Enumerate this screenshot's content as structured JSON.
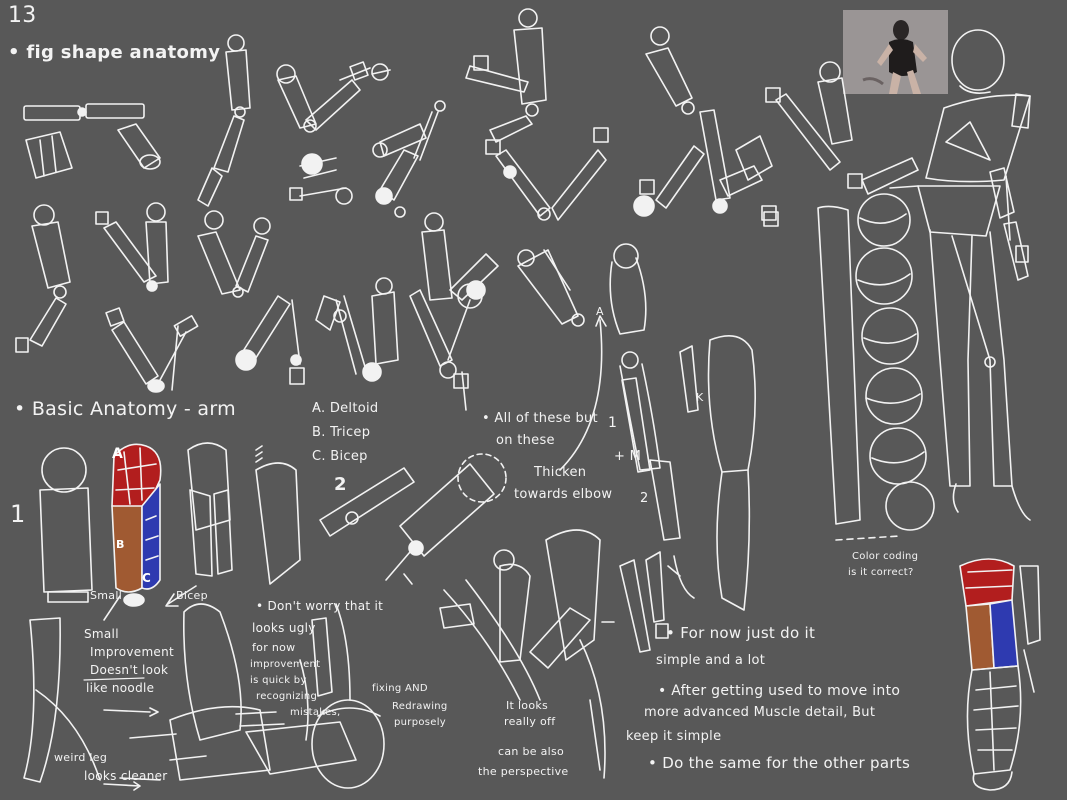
{
  "canvas": {
    "background": "#585858",
    "stroke": "#f2f2f2"
  },
  "page_number": "13",
  "title": "• fig shape anatomy",
  "section2_title": "• Basic Anatomy - arm",
  "legend": {
    "a": "A. Deltoid",
    "b": "B. Tricep",
    "c": "C. Bicep"
  },
  "section_numbers": {
    "one_left": "1",
    "one_right": "1",
    "two": "2"
  },
  "labels": {
    "a_marker": "A",
    "b_marker": "B",
    "c_marker": "C",
    "small": "Small",
    "bicep": "Bicep",
    "k": "K",
    "m": "+ M",
    "arrow_a": "A",
    "two_b": "2"
  },
  "notes": {
    "dont_worry": "• Don't worry that it",
    "looks_ugly": "looks ugly",
    "for_now": "for now",
    "improvement_quick": "improvement",
    "is_quick": "is quick by",
    "recognizing": "recognizing",
    "mistakes": "mistakes,",
    "fixing": "fixing AND",
    "redrawing": "Redrawing",
    "purposely": "purposely",
    "all_of_these": "• All of these but",
    "on_these": "on these",
    "thicken": "Thicken",
    "towards_elbow": "towards elbow",
    "small_improvement": "Small",
    "improvement": "Improvement",
    "doesnt_look": "Doesn't look",
    "like_noodle": "like noodle",
    "weird_leg": "weird leg",
    "looks_cleaner": "looks cleaner",
    "looks_really_off": "It looks",
    "really_off": "really off",
    "can_be_also": "can be also",
    "the_perspective": "the perspective",
    "for_now_just": "• For now just do it",
    "simple_and_a_lot": "simple and a lot",
    "after_getting": "• After getting used to move into",
    "more_advanced": "more advanced Muscle detail, But",
    "keep_it_simple": "keep it simple",
    "do_the_same": "• Do the same for the other parts",
    "color_coding": "Color coding",
    "is_it_correct": "is it correct?"
  },
  "muscle_colors": {
    "deltoid": "#b21e1e",
    "tricep": "#a05a32",
    "bicep": "#2e3ab0"
  }
}
